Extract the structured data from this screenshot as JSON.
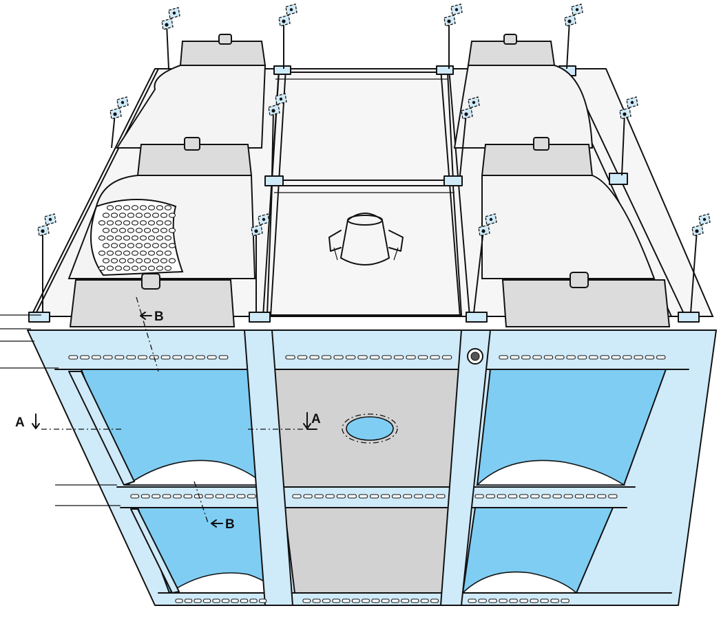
{
  "labels": {
    "section_a_left": "A",
    "section_a_right": "A",
    "section_b_upper": "B",
    "section_b_lower": "B"
  },
  "colors": {
    "frame": "#cfeaf8",
    "side_panel": "#7fcdf3",
    "center_panel": "#d2d2d2",
    "equipment_box": "#dcdcdc",
    "line": "#111111"
  }
}
